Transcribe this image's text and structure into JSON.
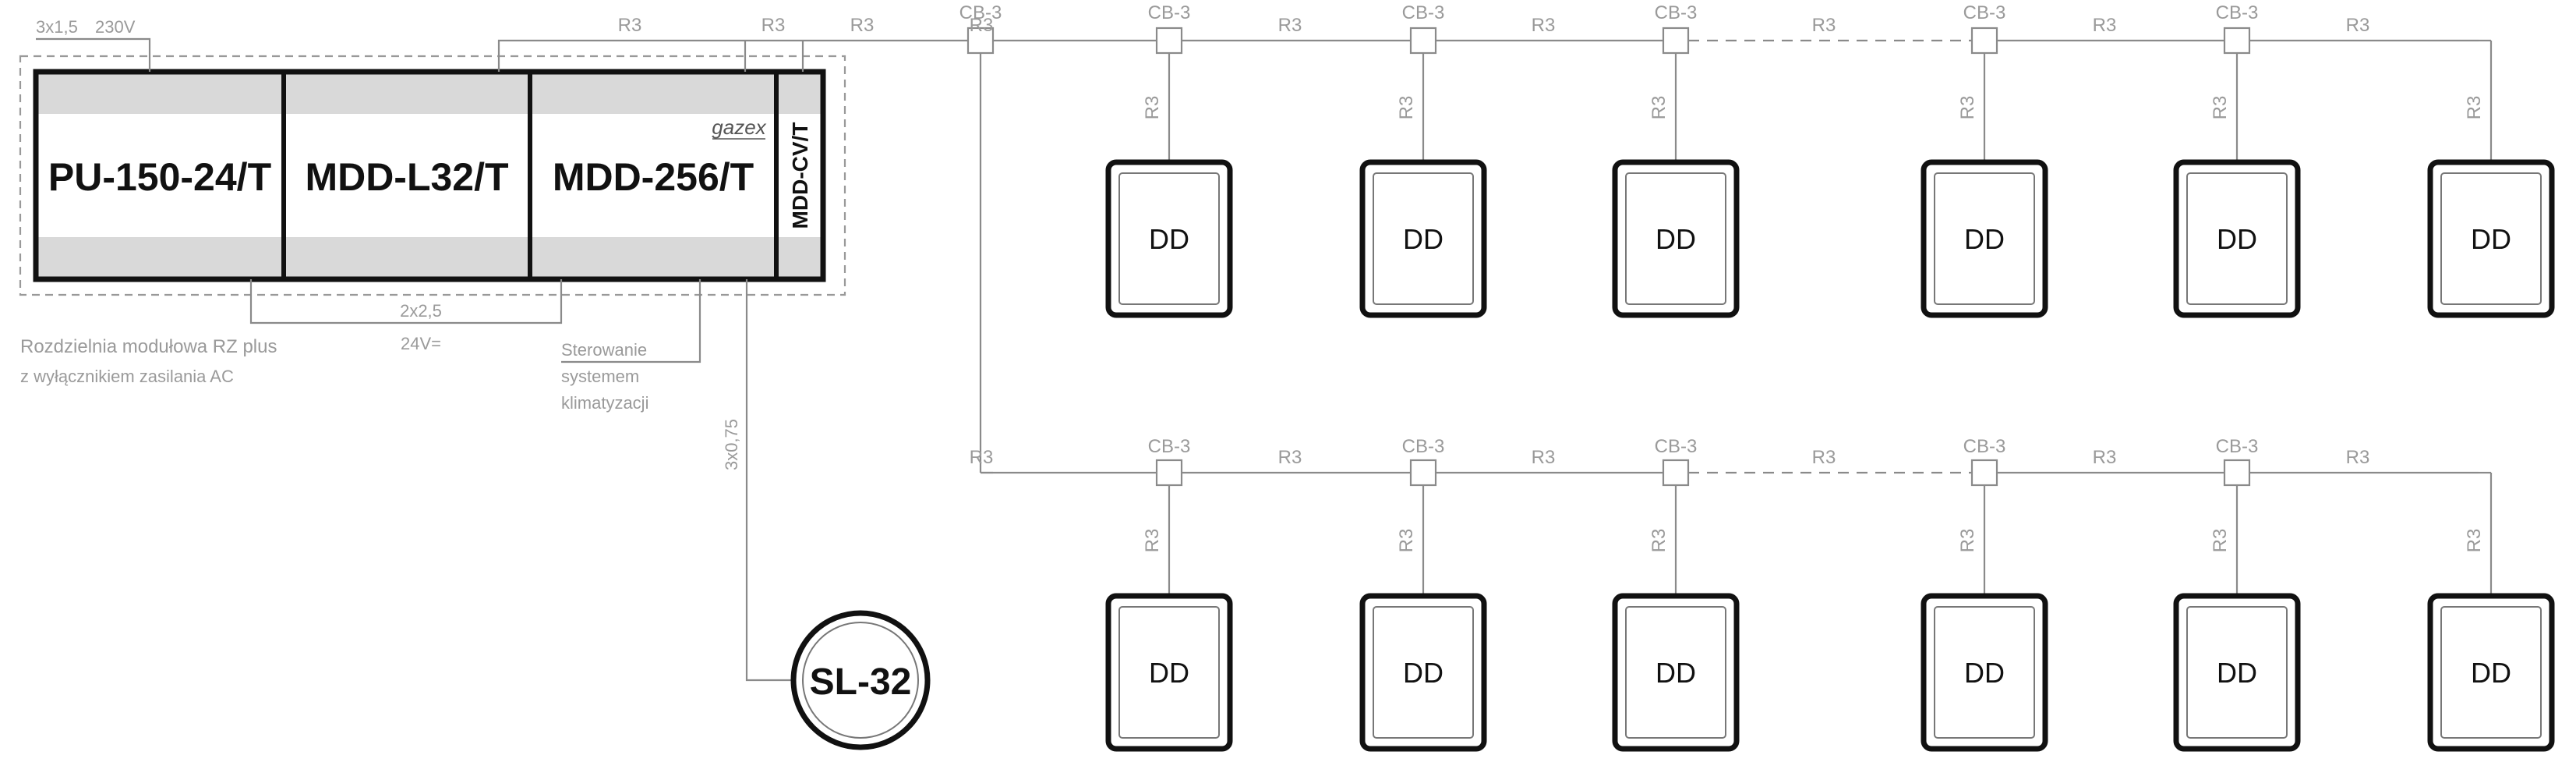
{
  "power_cable": {
    "spec": "3x1,5",
    "voltage": "230V"
  },
  "modules": [
    {
      "name": "PU-150-24/T"
    },
    {
      "name": "MDD-L32/T"
    },
    {
      "name": "MDD-256/T"
    },
    {
      "name": "MDD-CV/T"
    }
  ],
  "brand": "gazex",
  "enclosure": {
    "title": "Rozdzielnia modułowa RZ plus",
    "subtitle": "z wyłącznikiem zasilania AC"
  },
  "supply_cable": {
    "spec": "2x2,5",
    "voltage": "24V="
  },
  "hvac": {
    "line1": "Sterowanie",
    "line2": "systemem",
    "line3": "klimatyzacji"
  },
  "sl_cable": "3x0,75",
  "signal_lamp": "SL-32",
  "bus_cable": "R3",
  "junction_box": "CB-3",
  "detector": "DD"
}
